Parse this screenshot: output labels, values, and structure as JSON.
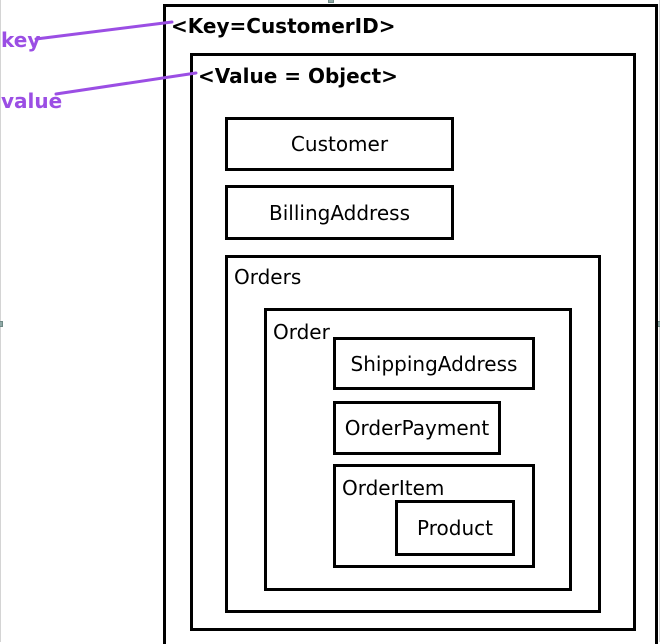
{
  "annotations": {
    "key_label": "key",
    "value_label": "value",
    "color": "#9b4ee4"
  },
  "headings": {
    "key": "<Key=CustomerID>",
    "value": "<Value = Object>"
  },
  "value_object": {
    "customer": "Customer",
    "billing_address": "BillingAddress",
    "orders": {
      "label": "Orders",
      "order": {
        "label": "Order",
        "shipping_address": "ShippingAddress",
        "order_payment": "OrderPayment",
        "order_item": {
          "label": "OrderItem",
          "product": "Product"
        }
      }
    }
  }
}
